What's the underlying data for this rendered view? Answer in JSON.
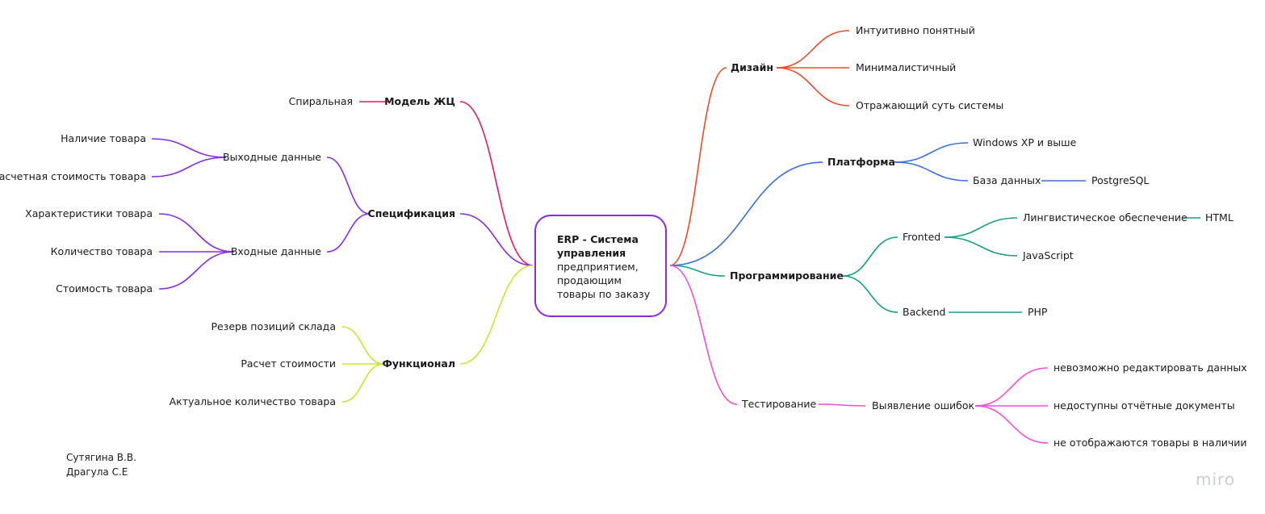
{
  "center": {
    "title": "ERP - Система управления",
    "subtitle": "предприятием, продающим товары по заказу"
  },
  "colors": {
    "model": "#e6195f",
    "spec": "#8a2be2",
    "func": "#c6e82a",
    "design": "#ee4a2a",
    "platform": "#3a6fe0",
    "prog": "#14a085",
    "test": "#f04ddb"
  },
  "branches": {
    "model": {
      "label": "Модель ЖЦ",
      "children": [
        "Спиральная"
      ]
    },
    "spec": {
      "label": "Спецификация",
      "output": {
        "label": "Выходные данные",
        "children": [
          "Наличие товара",
          "Расчетная стоимость товара"
        ]
      },
      "input": {
        "label": "Входные данные",
        "children": [
          "Характеристики товара",
          "Количество товара",
          "Стоимость товара"
        ]
      }
    },
    "func": {
      "label": "Функционал",
      "children": [
        "Резерв позиций склада",
        "Расчет стоимости",
        "Актуальное количество товара"
      ]
    },
    "design": {
      "label": "Дизайн",
      "children": [
        "Интуитивно понятный",
        "Минималистичный",
        "Отражающий суть системы"
      ]
    },
    "platform": {
      "label": "Платформа",
      "os": "Windows XP и выше",
      "db": "База данных",
      "db_name": "PostgreSQL"
    },
    "prog": {
      "label": "Программирование",
      "frontend": {
        "label": "Fronted",
        "ling": "Лингвистическое обеспечение",
        "html": "HTML",
        "js": "JavaScript"
      },
      "backend": {
        "label": "Backend",
        "php": "PHP"
      }
    },
    "test": {
      "label": "Тестирование",
      "errors": "Выявление ошибок",
      "children": [
        "невозможно редактировать данных",
        "недоступны отчётные документы",
        "не отображаются товары в наличии"
      ]
    }
  },
  "authors": [
    "Сутягина В.В.",
    "Драгула С.Е"
  ],
  "logo": "miro"
}
